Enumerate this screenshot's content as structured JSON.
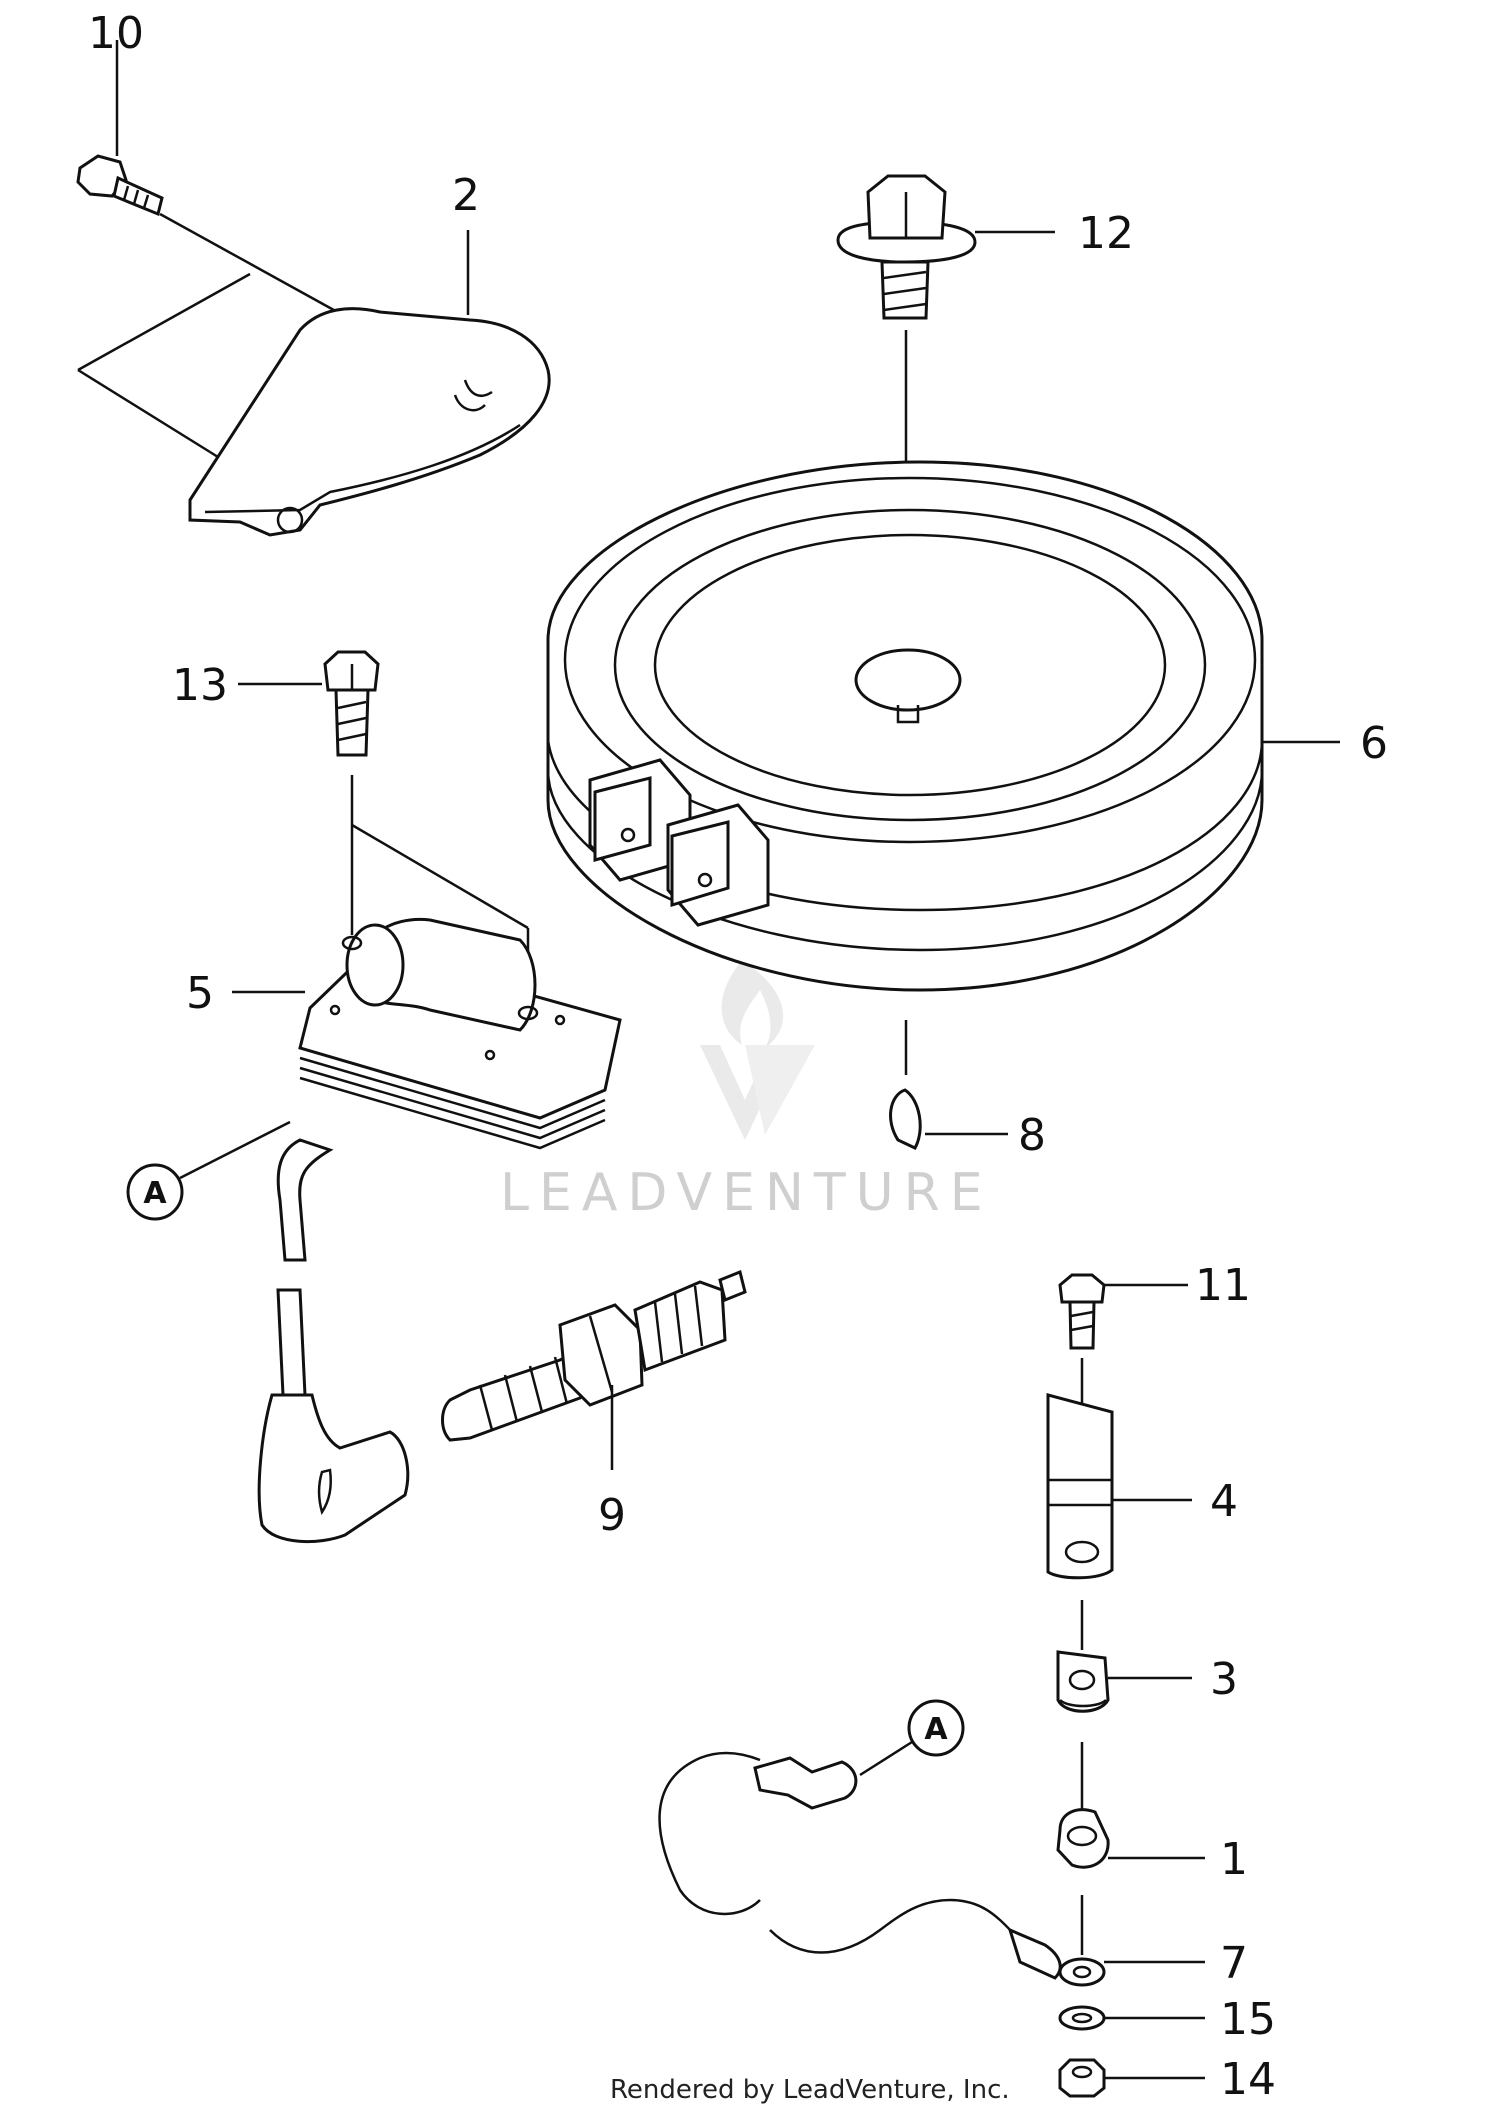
{
  "diagram": {
    "parts": [
      {
        "ref": "10"
      },
      {
        "ref": "2"
      },
      {
        "ref": "12"
      },
      {
        "ref": "13"
      },
      {
        "ref": "6"
      },
      {
        "ref": "5"
      },
      {
        "ref": "8"
      },
      {
        "ref": "9"
      },
      {
        "ref": "11"
      },
      {
        "ref": "4"
      },
      {
        "ref": "3"
      },
      {
        "ref": "1"
      },
      {
        "ref": "7"
      },
      {
        "ref": "15"
      },
      {
        "ref": "14"
      }
    ],
    "callouts": [
      "A",
      "A"
    ]
  },
  "watermark": {
    "text": "LEADVENTURE"
  },
  "footer": {
    "credit": "Rendered by LeadVenture, Inc."
  },
  "colors": {
    "line": "#111111",
    "watermark": "#cfcfcf",
    "background": "#ffffff"
  }
}
